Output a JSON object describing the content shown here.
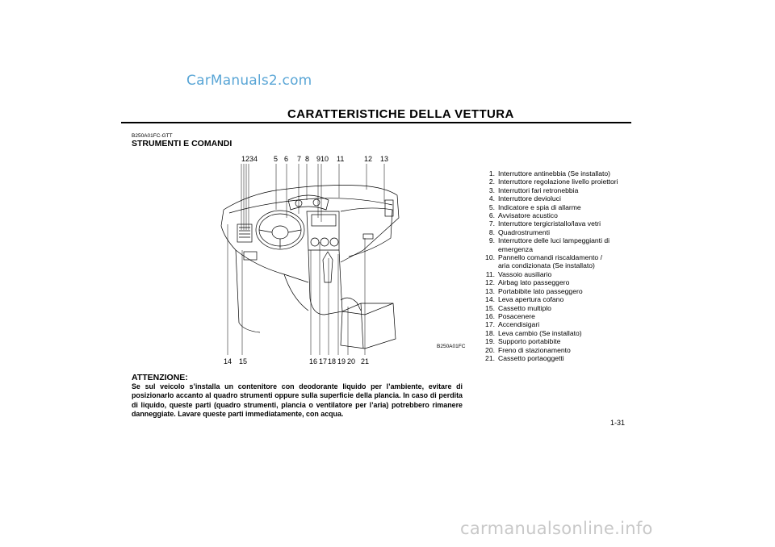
{
  "watermark_top": "CarManuals2.com",
  "header_title": "CARATTERISTICHE DELLA VETTURA",
  "section_code": "B250A01FC-GTT",
  "section_title": "STRUMENTI E COMANDI",
  "figure": {
    "code": "B250A01FC",
    "top_numbers": [
      "1234",
      "5",
      "6",
      "7",
      "8",
      "910",
      "11",
      "12",
      "13"
    ],
    "bottom_numbers": [
      "14",
      "15",
      "16",
      "17",
      "18",
      "19",
      "20",
      "21"
    ]
  },
  "legend": [
    {
      "n": "1.",
      "t": "Interruttore antinebbia (Se installato)"
    },
    {
      "n": "2.",
      "t": "Interruttore regolazione livello proiettori"
    },
    {
      "n": "3.",
      "t": "Interruttori fari retronebbia"
    },
    {
      "n": "4.",
      "t": "Interruttore devioluci"
    },
    {
      "n": "5.",
      "t": "Indicatore e spia di allarme"
    },
    {
      "n": "6.",
      "t": "Avvisatore acustico"
    },
    {
      "n": "7.",
      "t": "Interruttore tergicristallo/lava vetri"
    },
    {
      "n": "8.",
      "t": "Quadrostrumenti"
    },
    {
      "n": "9.",
      "t": "Interruttore delle luci lampeggianti di"
    },
    {
      "n": "",
      "t": "emergenza"
    },
    {
      "n": "10.",
      "t": "Pannello comandi riscaldamento /"
    },
    {
      "n": "",
      "t": "aria condizionata (Se installato)"
    },
    {
      "n": "11.",
      "t": "Vassoio ausiliario"
    },
    {
      "n": "12.",
      "t": "Airbag lato passeggero"
    },
    {
      "n": "13.",
      "t": "Portabibite lato passeggero"
    },
    {
      "n": "14.",
      "t": "Leva apertura cofano"
    },
    {
      "n": "15.",
      "t": "Cassetto multiplo"
    },
    {
      "n": "16.",
      "t": "Posacenere"
    },
    {
      "n": "17.",
      "t": "Accendisigari"
    },
    {
      "n": "18.",
      "t": "Leva cambio (Se installato)"
    },
    {
      "n": "19.",
      "t": "Supporto portabibite"
    },
    {
      "n": "20.",
      "t": "Freno di stazionamento"
    },
    {
      "n": "21.",
      "t": "Cassetto portaoggetti"
    }
  ],
  "attention": {
    "title": "ATTENZIONE:",
    "body": "Se sul veicolo s’installa un contenitore con deodorante liquido per l’ambiente, evitare di posizionarlo accanto al quadro strumenti oppure sulla superficie della plancia. In caso di perdita di liquido, queste parti (quadro strumenti, plancia o ventilatore per l’aria) potrebbero rimanere danneggiate. Lavare queste parti immediatamente, con acqua."
  },
  "page_number": "1-31",
  "watermark_bottom": "carmanualsonline.info"
}
